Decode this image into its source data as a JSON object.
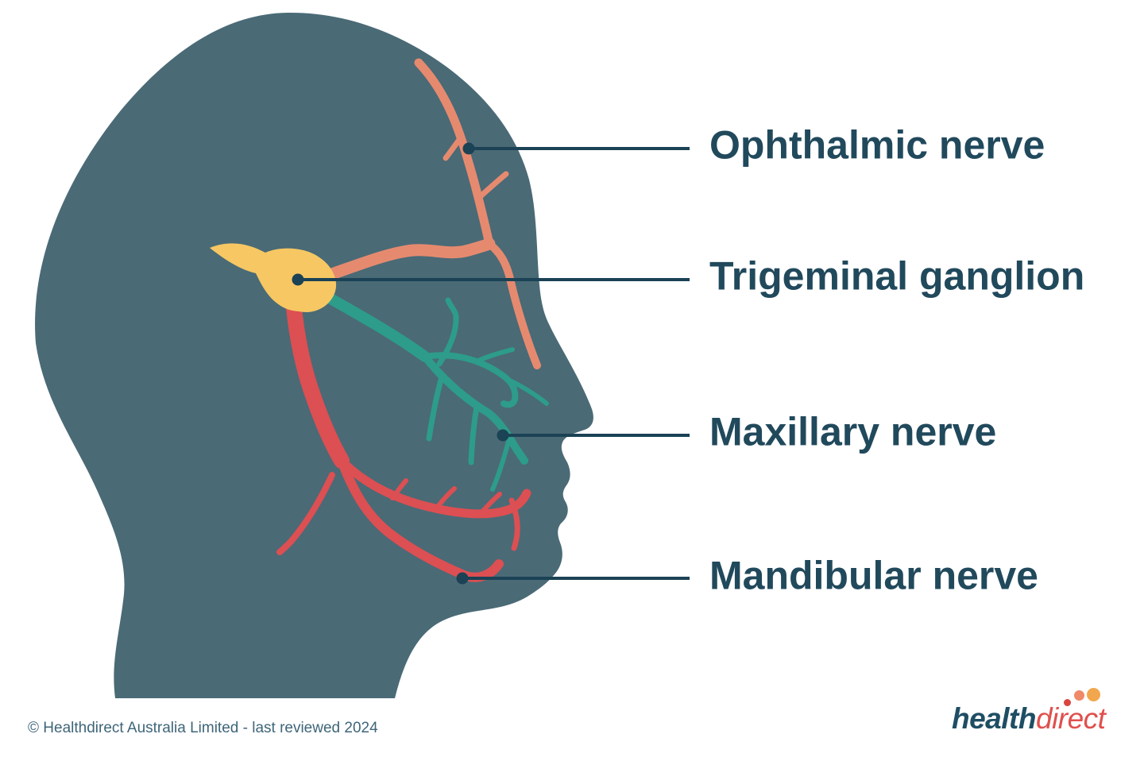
{
  "colors": {
    "background": "#ffffff",
    "head": "#4A6A76",
    "ophthalmic_nerve": "#E68A6F",
    "maxillary_nerve": "#2D9C8A",
    "mandibular_nerve": "#DC4F52",
    "ganglion": "#F6C763",
    "callout": "#1B4255",
    "label_text": "#21495C",
    "copyright_text": "#3E6579",
    "logo_health": "#1E4E63",
    "logo_direct": "#E0504D",
    "logo_dot_small": "#D9453F",
    "logo_dot_mid": "#EF8A68",
    "logo_dot_large": "#F2A74E"
  },
  "labels": [
    {
      "id": "ophthalmic-nerve",
      "text": "Ophthalmic nerve"
    },
    {
      "id": "trigeminal-ganglion",
      "text": "Trigeminal ganglion"
    },
    {
      "id": "maxillary-nerve",
      "text": "Maxillary nerve"
    },
    {
      "id": "mandibular-nerve",
      "text": "Mandibular nerve"
    }
  ],
  "footer": {
    "copyright": "© Healthdirect Australia Limited - last reviewed 2024"
  },
  "logo": {
    "part1": "health",
    "part2": "direct"
  }
}
